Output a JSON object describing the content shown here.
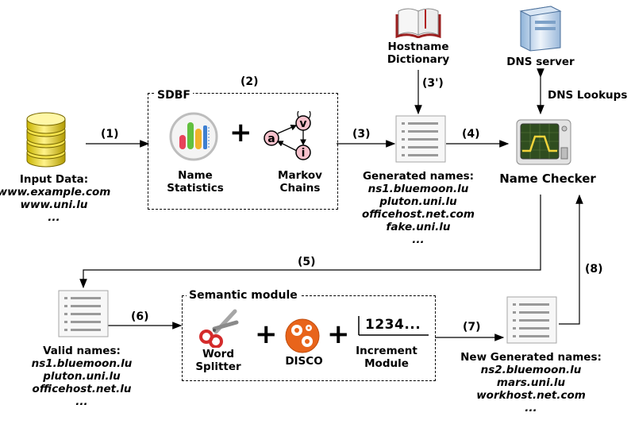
{
  "input": {
    "title": "Input Data:",
    "lines": [
      "www.example.com",
      "www.uni.lu",
      "..."
    ]
  },
  "sdbf": {
    "title": "SDBF",
    "name_stats": [
      "Name",
      "Statistics"
    ],
    "markov": [
      "Markov",
      "Chains"
    ],
    "markov_letters": [
      "a",
      "v",
      "i"
    ]
  },
  "hostname_dict": [
    "Hostname",
    "Dictionary"
  ],
  "dns_server": "DNS server",
  "dns_lookups": "DNS Lookups",
  "name_checker": "Name Checker",
  "generated": {
    "title": "Generated names:",
    "lines": [
      "ns1.bluemoon.lu",
      "pluton.uni.lu",
      "officehost.net.com",
      "fake.uni.lu",
      "..."
    ]
  },
  "valid": {
    "title": "Valid names:",
    "lines": [
      "ns1.bluemoon.lu",
      "pluton.uni.lu",
      "officehost.net.lu",
      "..."
    ]
  },
  "semantic": {
    "title": "Semantic module",
    "word_splitter": [
      "Word",
      "Splitter"
    ],
    "disco": "DISCO",
    "increment": [
      "Increment",
      "Module"
    ],
    "increment_glyph": "1234..."
  },
  "new_generated": {
    "title": "New Generated names:",
    "lines": [
      "ns2.bluemoon.lu",
      "mars.uni.lu",
      "workhost.net.com",
      "..."
    ]
  },
  "steps": {
    "s1": "(1)",
    "s2": "(2)",
    "s3": "(3)",
    "s3p": "(3')",
    "s4": "(4)",
    "s5": "(5)",
    "s6": "(6)",
    "s7": "(7)",
    "s8": "(8)"
  },
  "plus": "+"
}
